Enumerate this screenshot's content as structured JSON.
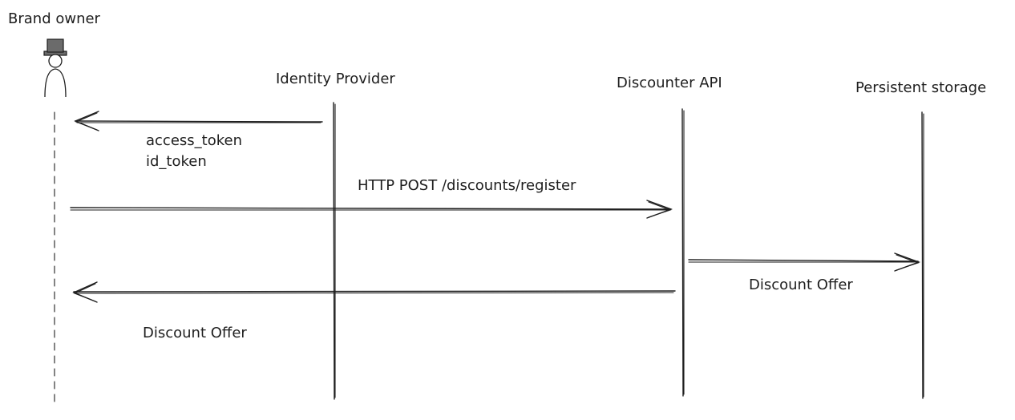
{
  "participants": {
    "brand_owner": "Brand owner",
    "identity_provider": "Identity Provider",
    "discounter_api": "Discounter API",
    "persistent_storage": "Persistent storage"
  },
  "messages": {
    "tokens_line1": "access_token",
    "tokens_line2": "id_token",
    "register_request": "HTTP POST /discounts/register",
    "storage_offer": "Discount Offer",
    "return_offer": "Discount Offer"
  },
  "icons": {
    "actor": "top-hat-person-icon"
  }
}
